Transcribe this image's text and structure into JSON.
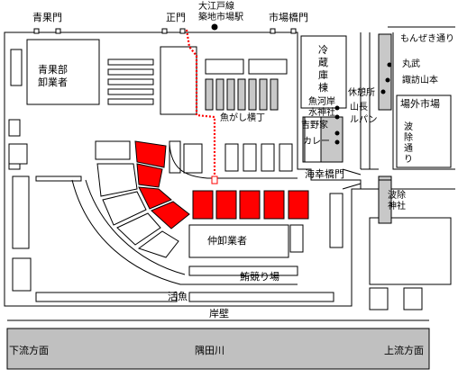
{
  "colors": {
    "highlight": "#ff0000",
    "route": "#ff0000",
    "building_fill": "#c8c8c8",
    "river_fill": "#c0c0c0",
    "outline": "#000000"
  },
  "gates": {
    "seika": "青果門",
    "seimon": "正門",
    "shijo_bashi": "市場橋門",
    "kaikou_bashi": "海幸橋門"
  },
  "station": {
    "line1": "大江戸線",
    "line2": "築地市場駅"
  },
  "areas": {
    "seika_oroshi_line1": "青果部",
    "seika_oroshi_line2": "卸業者",
    "reizo_line1": "冷",
    "reizo_line2": "蔵",
    "reizo_line3": "庫",
    "reizo_line4": "棟",
    "uogashi_suijin_line1": "魚河岸",
    "uogashi_suijin_line2": "水神社",
    "uogashi_yokocho": "魚がし横丁",
    "nakaoroshi": "仲卸業者",
    "maguro_seri": "鮪競り場",
    "katsugyo": "活魚",
    "ganpeki": "岸壁",
    "sumidagawa": "隅田川",
    "karyu": "下流方面",
    "joryu": "上流方面"
  },
  "shops": {
    "yoshinoya": "吉野家",
    "curry": "カレー",
    "kyukeisho": "休憩所",
    "yamacho": "山長",
    "lupan": "ルパン",
    "monzeki": "もんぜき通り",
    "marutake": "丸武",
    "suwayama": "諏訪山本",
    "jogai": "場外市場",
    "namiyoke_dori_line1": "波",
    "namiyoke_dori_line2": "除",
    "namiyoke_dori_line3": "通",
    "namiyoke_dori_line4": "り",
    "namiyoke_jinja_line1": "波除",
    "namiyoke_jinja_line2": "神社"
  }
}
